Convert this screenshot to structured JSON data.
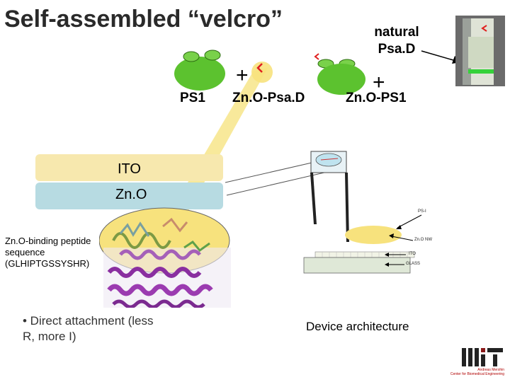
{
  "slide": {
    "title": "Self-assembled “velcro”",
    "label_natural_psad": "natural\nPsa.D",
    "label_ps1": "PS1",
    "label_zno_psad": "Zn.O-Psa.D",
    "label_zno_ps1": "Zn.O-PS1",
    "plus": "+",
    "label_ito": "ITO",
    "label_zno": "Zn.O",
    "peptide_text": "Zn.O-binding peptide sequence (GLHIPTGSSYSHR)",
    "bullet_text": "• Direct attachment (less R, more I)",
    "device_arch": "Device architecture",
    "diagram_ps1": "PS-I",
    "diagram_zno_nw": "Zn.O NW",
    "diagram_ito": "ITO",
    "diagram_glass": "GLASS",
    "credit": "Andreas Mershin\nCenter for Biomedical Engineering",
    "logo_text": "MIT"
  },
  "colors": {
    "protein_green": "#5cc22f",
    "small_green": "#79d14a",
    "peptide_red": "#e0201f",
    "ito_yellow": "#f7e8ae",
    "zno_blue": "#b7dbe2",
    "beam_yellow": "#f6e27a",
    "highlight_yellow": "#f7e27d",
    "vial_band": "#35d23a"
  }
}
